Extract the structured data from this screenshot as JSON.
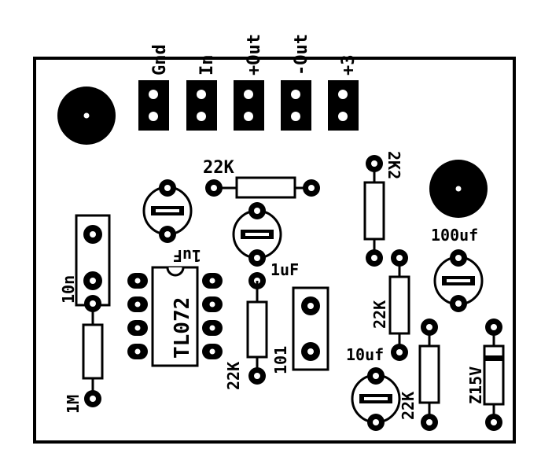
{
  "board": {
    "ink_color": "#000000",
    "paper_color": "#ffffff"
  },
  "connector_labels": {
    "gnd": "Gnd",
    "in": "In",
    "plus_out": "+Out",
    "minus_out": "-Out",
    "plus3": "+3"
  },
  "component_labels": {
    "r_22k_top": "22K",
    "c_1uf_inverted": "1uF",
    "c_1uf": "1uF",
    "ic": "TL072",
    "c_10n": "10n",
    "r_1m": "1M",
    "r_2k2": "2K2",
    "c_100uf": "100uf",
    "r_22k_mid": "22K",
    "c_10uf": "10uf",
    "r_22k_bottom": "22K",
    "r_22k_left": "22K",
    "c_101": "101",
    "zener": "Z15V"
  }
}
